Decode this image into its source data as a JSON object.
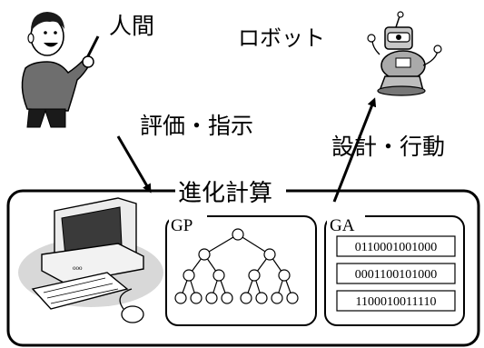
{
  "labels": {
    "human": "人間",
    "robot": "ロボット",
    "evaluate_instruct": "評価・指示",
    "design_act": "設計・行動",
    "evolutionary_computation": "進化計算"
  },
  "gp": {
    "title": "GP"
  },
  "ga": {
    "title": "GA",
    "chromosomes": [
      "0110001001000",
      "0001100101000",
      "1100010011110"
    ]
  }
}
